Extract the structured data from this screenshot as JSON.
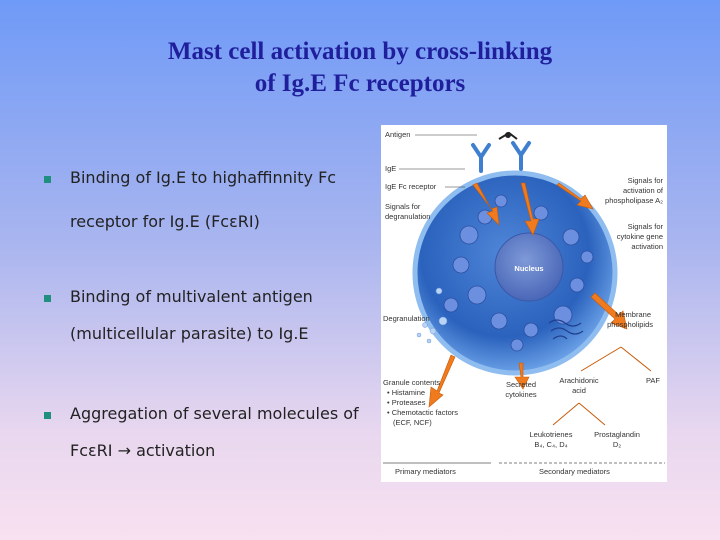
{
  "title": {
    "line1": "Mast cell activation by cross-linking",
    "line2": "of Ig.E Fc receptors"
  },
  "bullets": [
    {
      "line1": "Binding of Ig.E to highaffinnity Fc",
      "line2": "receptor for Ig.E (FcεRI)"
    },
    {
      "line1": "Binding of multivalent antigen",
      "line2": "(multicellular parasite) to Ig.E"
    },
    {
      "line1": "Aggregation of several molecules of",
      "line2": "FcεRI → activation"
    }
  ],
  "figure": {
    "labels": {
      "antigen": "Antigen",
      "ige": "IgE",
      "ige_fc_receptor": "IgE Fc receptor",
      "signals_degranulation_1": "Signals for",
      "signals_degranulation_2": "degranulation",
      "signals_phospholipase_1": "Signals for",
      "signals_phospholipase_2": "activation of",
      "signals_phospholipase_3": "phospholipase A₂",
      "signals_cytokine_1": "Signals for",
      "signals_cytokine_2": "cytokine gene",
      "signals_cytokine_3": "activation",
      "nucleus": "Nucleus",
      "degranulation": "Degranulation",
      "membrane_1": "Membrane",
      "membrane_2": "phospholipids",
      "granule_contents": "Granule contents",
      "granule_item_1": "• Histamine",
      "granule_item_2": "• Proteases",
      "granule_item_3": "• Chemotactic factors",
      "granule_item_4": "(ECF, NCF)",
      "secreted_1": "Secreted",
      "secreted_2": "cytokines",
      "arachidonic_1": "Arachidonic",
      "arachidonic_2": "acid",
      "paf": "PAF",
      "leukotrienes_1": "Leukotrienes",
      "leukotrienes_2": "B₄, C₄, D₄",
      "prostaglandin_1": "Prostaglandin",
      "prostaglandin_2": "D₂",
      "primary_mediators": "Primary mediators",
      "secondary_mediators": "Secondary mediators"
    }
  }
}
